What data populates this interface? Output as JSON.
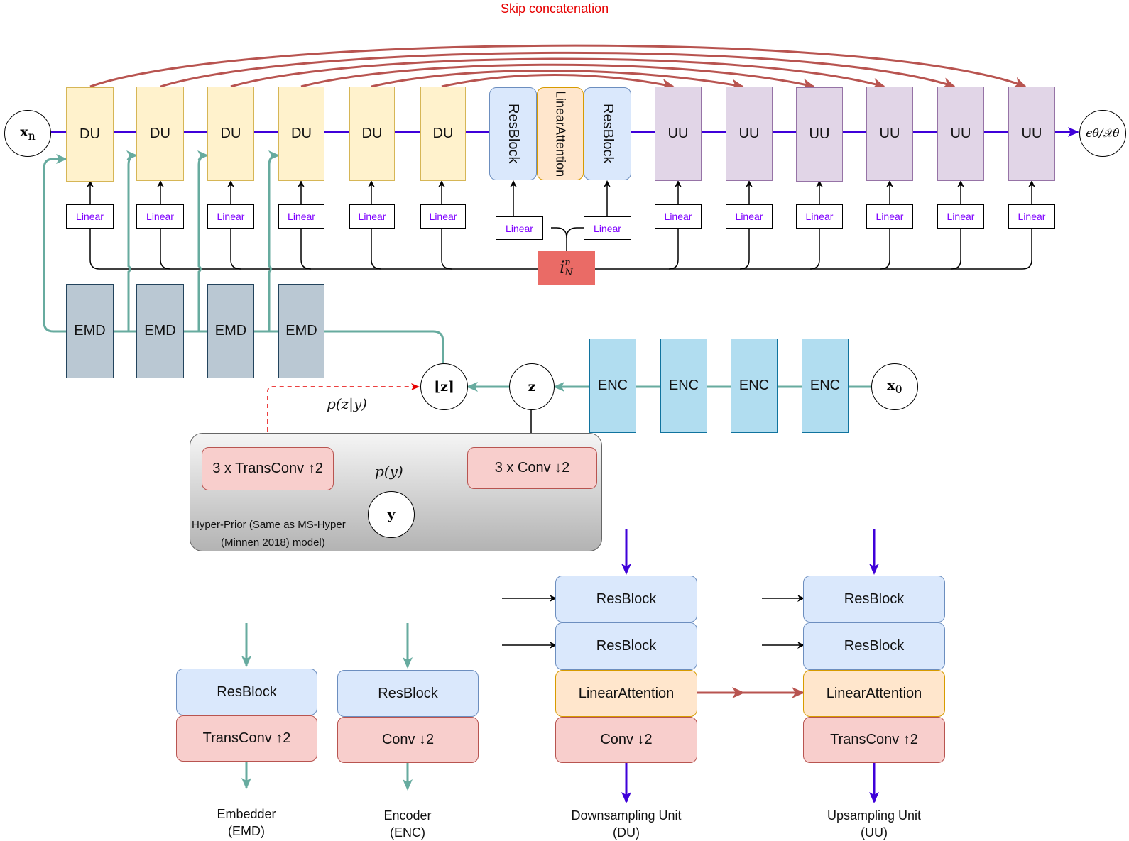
{
  "title": "Skip concatenation",
  "nodes": {
    "xn": "x",
    "xn_sub": "n",
    "output": "ϵθ/𝒳θ",
    "z": "z",
    "z_round": "⌊z⌉",
    "x0": "x",
    "x0_sub": "0",
    "y": "y",
    "iN": "i",
    "iN_sup": "n",
    "iN_sub": "N"
  },
  "down_units": [
    "DU",
    "DU",
    "DU",
    "DU",
    "DU",
    "DU"
  ],
  "up_units": [
    "UU",
    "UU",
    "UU",
    "UU",
    "UU",
    "UU"
  ],
  "middle": {
    "res1": "ResBlock",
    "attention": "LinearAttention",
    "res2": "ResBlock"
  },
  "linear_label": "Linear",
  "embedders": [
    "EMD",
    "EMD",
    "EMD",
    "EMD"
  ],
  "encoders": [
    "ENC",
    "ENC",
    "ENC",
    "ENC"
  ],
  "hyper_prior": {
    "transconv": "3 x TransConv ↑2",
    "conv": "3 x Conv ↓2",
    "p_y": "p(y)",
    "p_zy": "p(z|y)",
    "caption_line1": "Hyper-Prior (Same as MS-Hyper",
    "caption_line2": "(Minnen 2018) model)"
  },
  "legend": {
    "emd": {
      "blocks": [
        "ResBlock",
        "TransConv ↑2"
      ],
      "caption1": "Embedder",
      "caption2": "(EMD)"
    },
    "enc": {
      "blocks": [
        "ResBlock",
        "Conv ↓2"
      ],
      "caption1": "Encoder",
      "caption2": "(ENC)"
    },
    "du": {
      "blocks": [
        "ResBlock",
        "ResBlock",
        "LinearAttention",
        "Conv ↓2"
      ],
      "caption1": "Downsampling Unit",
      "caption2": "(DU)"
    },
    "uu": {
      "blocks": [
        "ResBlock",
        "ResBlock",
        "LinearAttention",
        "TransConv ↑2"
      ],
      "caption1": "Upsampling Unit",
      "caption2": "(UU)"
    }
  },
  "colors": {
    "skip": "#b85450",
    "main": "#3f00d9",
    "emb": "#67ab9f",
    "hyper": "#e60000"
  }
}
